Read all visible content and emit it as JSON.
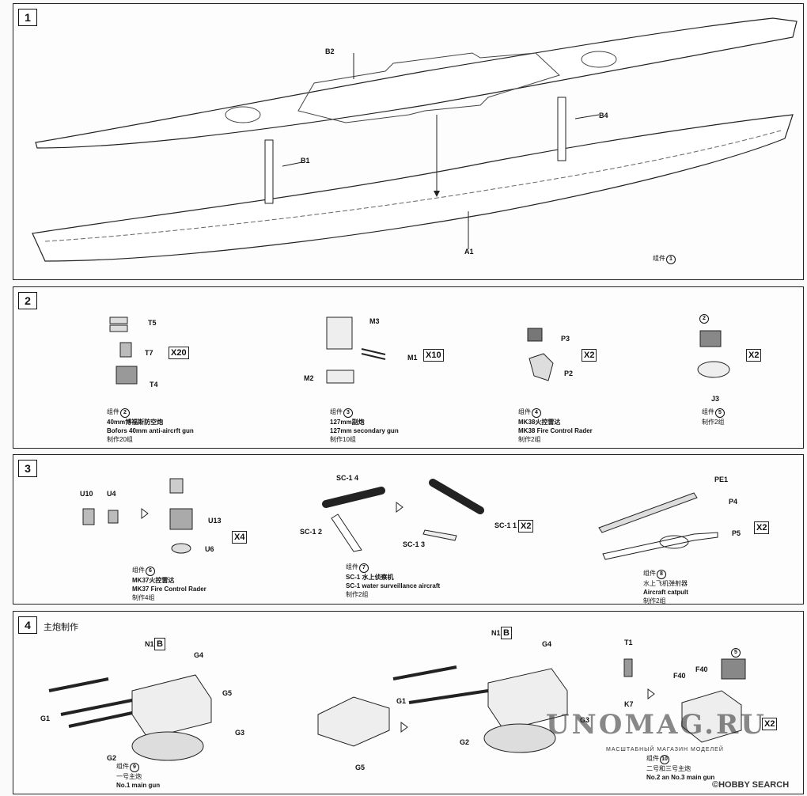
{
  "step1": {
    "number": "1",
    "labels": {
      "b2": "B2",
      "b4": "B4",
      "b1": "B1",
      "a1": "A1"
    },
    "group_prefix": "组件",
    "group_num": "1"
  },
  "step2": {
    "number": "2",
    "g2": {
      "labels": [
        "T5",
        "T7",
        "T4"
      ],
      "multiplier": "X20",
      "prefix": "组件",
      "num": "2",
      "name_cn": "40mm博福斯防空炮",
      "name_en": "Bofors 40mm anti-aircrft gun",
      "qty": "制作20组"
    },
    "g3": {
      "labels": [
        "M3",
        "M1",
        "M2"
      ],
      "multiplier": "X10",
      "prefix": "组件",
      "num": "3",
      "name_cn": "127mm副炮",
      "name_en": "127mm secondary gun",
      "qty": "制作10组"
    },
    "g4": {
      "labels": [
        "P3",
        "P2"
      ],
      "multiplier": "X2",
      "prefix": "组件",
      "num": "4",
      "name_cn": "MK38火控雷达",
      "name_en": "MK38 Fire Control Rader",
      "qty": "制作2组"
    },
    "g5": {
      "labels": [
        "J3"
      ],
      "ref": "2",
      "multiplier": "X2",
      "prefix": "组件",
      "num": "5",
      "qty": "制作2组"
    }
  },
  "step3": {
    "number": "3",
    "g6": {
      "labels": [
        "U10",
        "U4",
        "U13",
        "U6"
      ],
      "multiplier": "X4",
      "prefix": "组件",
      "num": "6",
      "name_cn": "MK37火控雷达",
      "name_en": "MK37 Fire Control Rader",
      "qty": "制作4组"
    },
    "g7": {
      "labels": [
        "SC-1 4",
        "SC-1 2",
        "SC-1 3",
        "SC-1 1"
      ],
      "multiplier": "X2",
      "prefix": "组件",
      "num": "7",
      "name_cn": "SC-1 水上侦察机",
      "name_en": "SC-1 water surveillance aircraft",
      "qty": "制作2组"
    },
    "g8": {
      "labels": [
        "PE1",
        "P4",
        "P5"
      ],
      "multiplier": "X2",
      "prefix": "组件",
      "num": "8",
      "name_cn": "水上飞机弹射器",
      "name_en": "Aircraft catpult",
      "qty": "制作2组"
    }
  },
  "step4": {
    "number": "4",
    "title": "主炮制作",
    "g9": {
      "labels": [
        "N1",
        "B",
        "G4",
        "G5",
        "G1",
        "G3",
        "G2"
      ],
      "prefix": "组件",
      "num": "9",
      "name_cn": "一号主炮",
      "name_en": "No.1 main gun"
    },
    "mid": {
      "labels": [
        "G5"
      ]
    },
    "g10a": {
      "labels": [
        "N1",
        "B",
        "G4",
        "G1",
        "G3",
        "G2"
      ]
    },
    "g10": {
      "labels": [
        "T1",
        "K7",
        "F40",
        "F40"
      ],
      "ref": "5",
      "multiplier": "X2",
      "prefix": "组件",
      "num": "10",
      "name_cn": "二号和三号主炮",
      "name_en": "No.2 an No.3 main gun"
    }
  },
  "watermark": {
    "text": "UNOMAG.RU",
    "sub": "МАСШТАБНЫЙ МАГАЗИН МОДЕЛЕЙ",
    "hobby": "©HOBBY SEARCH"
  }
}
